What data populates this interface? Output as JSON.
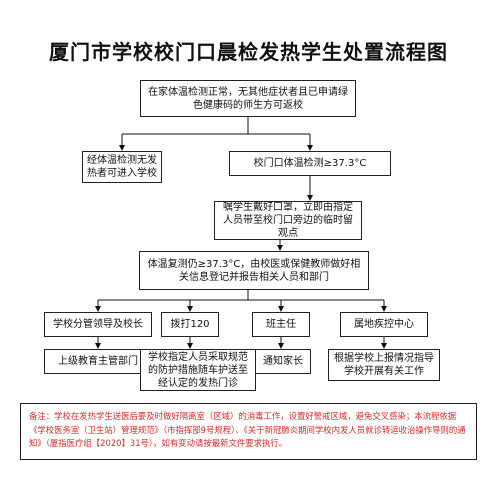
{
  "title": "厦门市学校校门口晨检发热学生处置流程图",
  "nodes": {
    "start": "在家体温检测正常，无其他症状者且已申请绿色健康码的师生方可返校",
    "normal": "经体温检测无发热者可进入学校",
    "gate": "校门口体温检测≥37.3°C",
    "isolate": "嘱学生戴好口罩，立即由指定人员带至校门口旁边的临时留观点",
    "recheck": "体温复测仍≥37.3°C，由校医或保健教师做好相关信息登记并报告相关人员和部门",
    "leader": "学校分管领导及校长",
    "call120": "拨打120",
    "teacher": "班主任",
    "cdc": "属地疾控中心",
    "edu": "上级教育主管部门",
    "transport": "学校指定人员采取规范的防护措施随车护送至经认定的发热门诊",
    "parent": "通知家长",
    "guide": "根据学校上报情况指导学校开展有关工作"
  },
  "note": "备注：学校在发热学生送医后要及时做好隔离室（区域）的消毒工作，设置好警戒区域，避免交叉感染；本流程依据《学校医务室（卫生站）管理规范》（市指挥部9号规程）、《关于新冠肺炎期间学校内发人员就诊转运收治操作导则的通知》（厦指医疗组【2020】31号），如有变动请按最新文件要求执行。",
  "colors": {
    "note_text": "#d62a2a",
    "line": "#111111"
  }
}
